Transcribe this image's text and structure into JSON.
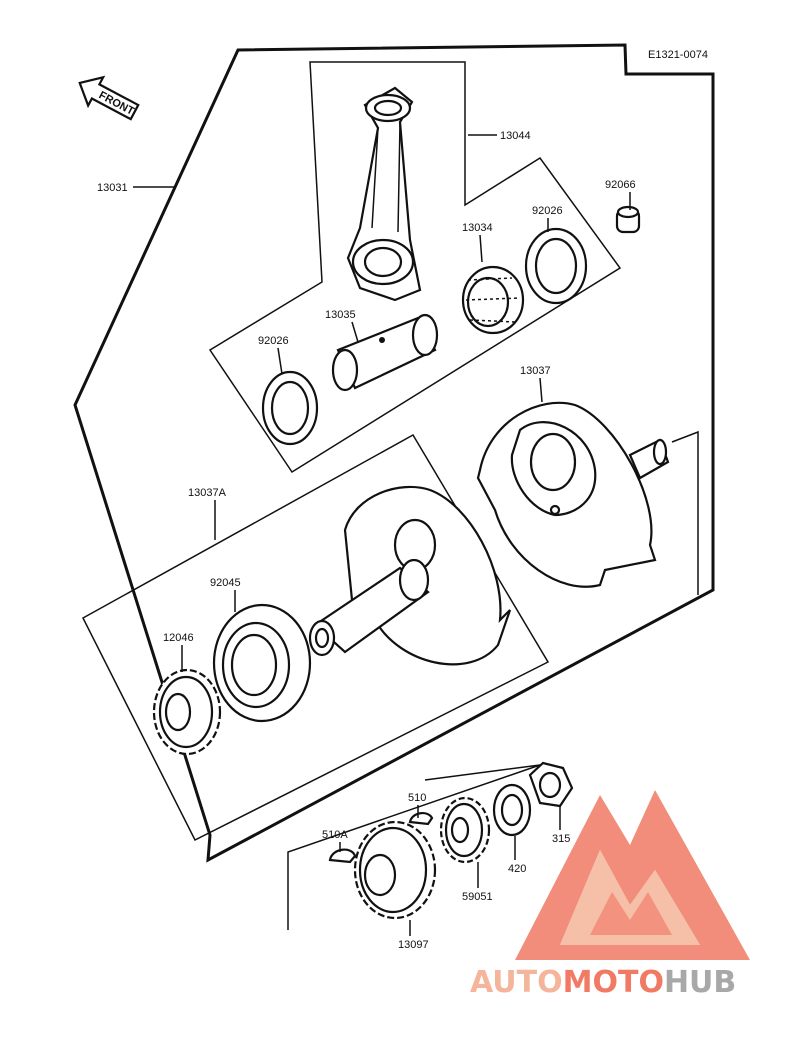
{
  "diagram": {
    "code": "E1321-0074",
    "front_arrow": "FRONT",
    "callouts": {
      "p13031": "13031",
      "p13044": "13044",
      "p92066": "92066",
      "p92026a": "92026",
      "p13034": "13034",
      "p92026b": "92026",
      "p13035": "13035",
      "p13037": "13037",
      "p13037A": "13037A",
      "p92045": "92045",
      "p12046": "12046",
      "p510": "510",
      "p510A": "510A",
      "p315": "315",
      "p420": "420",
      "p59051": "59051",
      "p13097": "13097"
    }
  },
  "watermark": {
    "part1": "AUTO",
    "part2": "MOTO",
    "part3": "HUB",
    "colors": {
      "auto": "#f4b59a",
      "moto": "#f07a64",
      "hub": "#a8a8a8",
      "logo": "#f07a64"
    }
  }
}
